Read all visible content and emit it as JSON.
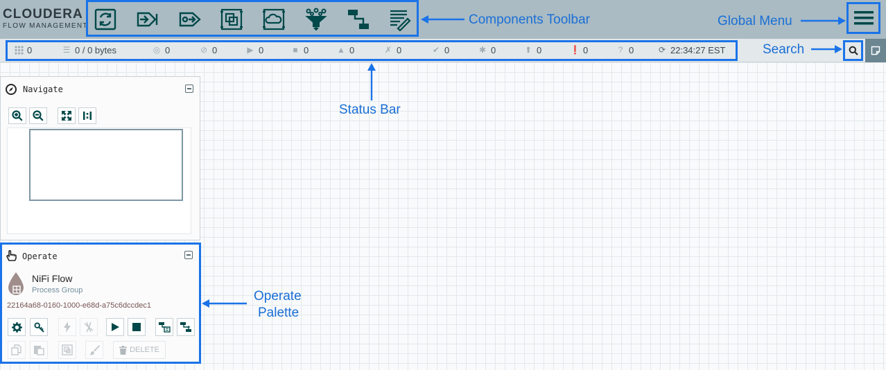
{
  "brand": {
    "line1": "CLOUDERA",
    "line2": "FLOW MANAGEMENT"
  },
  "toolbar": {
    "items": [
      {
        "icon": "processor-icon"
      },
      {
        "icon": "input-port-icon"
      },
      {
        "icon": "output-port-icon"
      },
      {
        "icon": "process-group-icon"
      },
      {
        "icon": "remote-process-group-icon"
      },
      {
        "icon": "funnel-icon"
      },
      {
        "icon": "template-icon"
      },
      {
        "icon": "label-icon"
      }
    ]
  },
  "status": {
    "active_threads": "0",
    "queued": "0 / 0 bytes",
    "transmitting": "0",
    "not_transmitting": "0",
    "running": "0",
    "stopped": "0",
    "invalid": "0",
    "disabled": "0",
    "up_to_date": "0",
    "locally_modified": "0",
    "stale": "0",
    "sync_failure": "0",
    "unknown": "0",
    "last_refreshed": "22:34:27 EST"
  },
  "annotations": {
    "components_toolbar": "Components Toolbar",
    "global_menu": "Global Menu",
    "search": "Search",
    "status_bar": "Status Bar",
    "operate_palette_line1": "Operate",
    "operate_palette_line2": "Palette"
  },
  "navigate": {
    "title": "Navigate"
  },
  "operate": {
    "title": "Operate",
    "component_name": "NiFi Flow",
    "component_type": "Process Group",
    "component_id": "22164a68-0160-1000-e68d-a75c6dccdec1",
    "delete_label": "DELETE"
  },
  "colors": {
    "header_bg": "#aabbc3",
    "status_bg": "#e3e8eb",
    "icon_dark": "#004849",
    "annotation_blue": "#1a73e8",
    "id_text": "#775351"
  }
}
